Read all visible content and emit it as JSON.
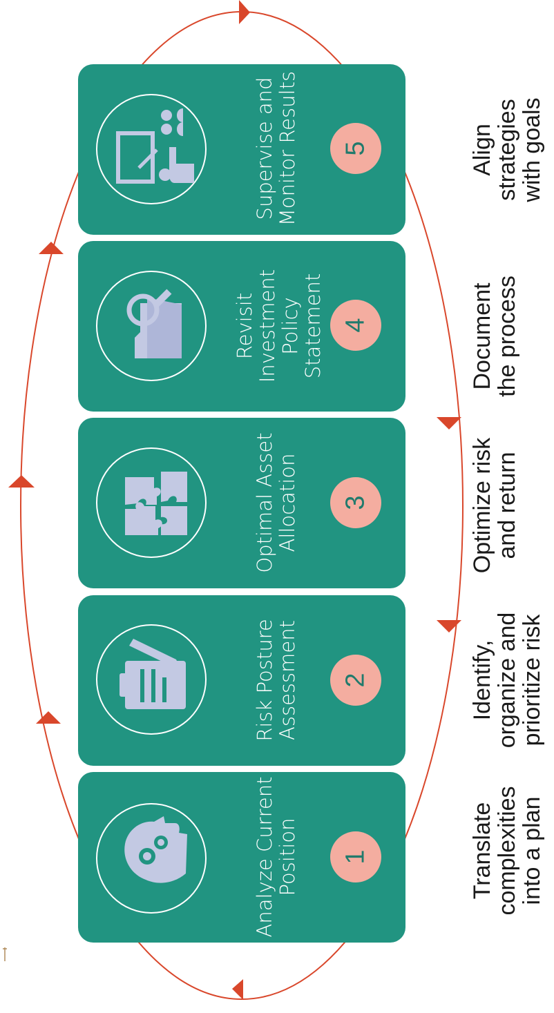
{
  "steps": [
    {
      "number": "1",
      "title_line1": "Analyze Current",
      "title_line2": "Position",
      "title_line3": "",
      "desc_line1": "Translate",
      "desc_line2": "complexities",
      "desc_line3": "into a plan",
      "icon": "head-gears-icon"
    },
    {
      "number": "2",
      "title_line1": "Risk Posture",
      "title_line2": "Assessment",
      "title_line3": "",
      "desc_line1": "Identify,",
      "desc_line2": "organize and",
      "desc_line3": "prioritize risk",
      "icon": "clipboard-pencil-icon"
    },
    {
      "number": "3",
      "title_line1": "Optimal Asset",
      "title_line2": "Allocation",
      "title_line3": "",
      "desc_line1": "Optimize risk",
      "desc_line2": "and return",
      "desc_line3": "",
      "icon": "puzzle-pieces-icon"
    },
    {
      "number": "4",
      "title_line1": "Revisit",
      "title_line2": "Investment",
      "title_line3": "Policy",
      "title_line4": "Statement",
      "desc_line1": "Document",
      "desc_line2": "the process",
      "desc_line3": "",
      "icon": "folder-magnifier-icon"
    },
    {
      "number": "5",
      "title_line1": "Supervise and",
      "title_line2": "Monitor Results",
      "title_line3": "",
      "desc_line1": "Align",
      "desc_line2": "strategies",
      "desc_line3": "with goals",
      "icon": "presenter-audience-icon"
    }
  ],
  "colors": {
    "card": "#219481",
    "badge": "#f4ada0",
    "badge_text": "#217a6c",
    "loop": "#d9472b",
    "icon": "#c3c9e3"
  }
}
